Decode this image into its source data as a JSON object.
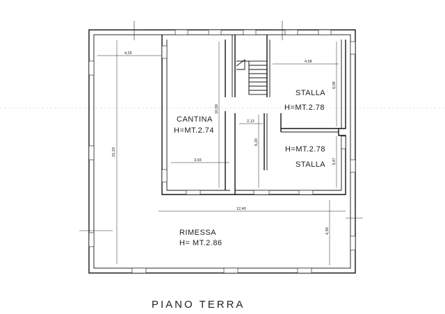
{
  "title": "PIANO TERRA",
  "rooms": {
    "cantina": {
      "name": "CANTINA",
      "height": "H=MT.2.74"
    },
    "stalla_top": {
      "name": "STALLA",
      "height": "H=MT.2.78"
    },
    "stalla_bottom": {
      "name": "STALLA",
      "height": "H=MT.2.78"
    },
    "rimessa": {
      "name": "RIMESSA",
      "height": "H= MT.2.86"
    }
  },
  "dimensions": {
    "d_425": "4,25",
    "d_1520": "15,20",
    "d_1000": "10,00",
    "d_393": "3,93",
    "d_213": "2,13",
    "d_620": "6,20",
    "d_458": "4,58",
    "d_609": "6,09",
    "d_347": "3,47",
    "d_1240": "12,40",
    "d_450": "4,50"
  }
}
